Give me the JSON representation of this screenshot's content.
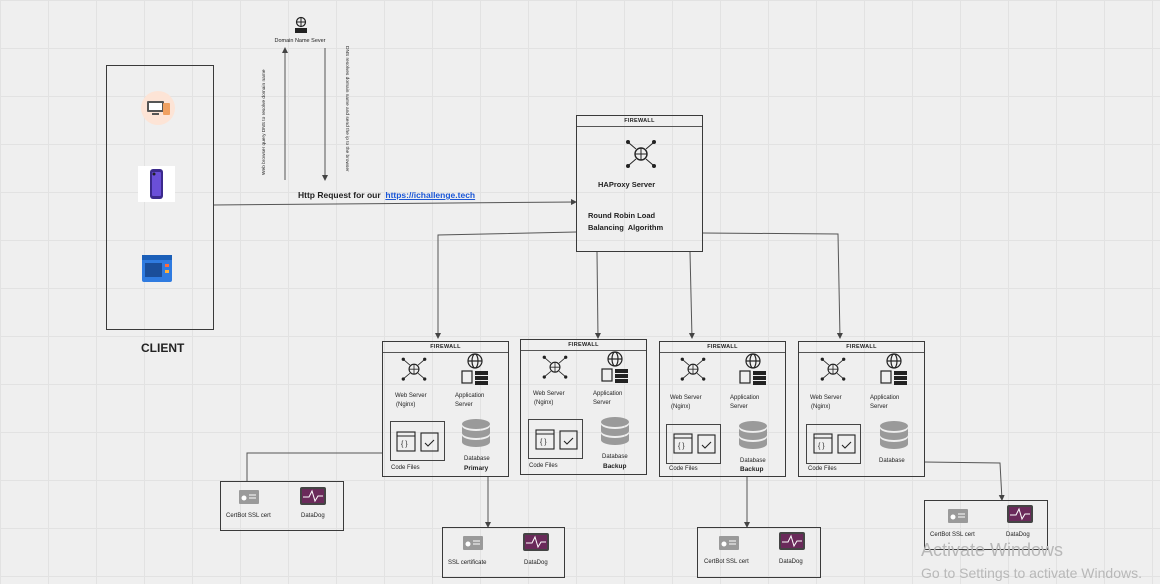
{
  "dns": {
    "label": "Domain Name Sever",
    "query_text": "Web browser query DNS to resolve domain name",
    "return_text": "DNS resolves domain name and send the ip to the browser"
  },
  "client": {
    "label": "CLIENT"
  },
  "request": {
    "prefix": "Http Request for our",
    "url": "https://ichallenge.tech"
  },
  "lb": {
    "firewall": "FIREWALL",
    "server": "HAProxy Server",
    "algo_line1": "Round Robin Load",
    "algo_line2": "Balancing  Algorithm"
  },
  "servers": [
    {
      "firewall": "FIREWALL",
      "web": "Web Server",
      "web_sub": "(Nginx)",
      "app": "Application",
      "app_sub": "Server",
      "code": "Code Files",
      "db": "Database",
      "db_role": "Primary"
    },
    {
      "firewall": "FIREWALL",
      "web": "Web Server",
      "web_sub": "(Nginx)",
      "app": "Application",
      "app_sub": "Server",
      "code": "Code Files",
      "db": "Database",
      "db_role": "Backup"
    },
    {
      "firewall": "FIREWALL",
      "web": "Web Server",
      "web_sub": "(Nginx)",
      "app": "Application",
      "app_sub": "Server",
      "code": "Code Files",
      "db": "Database",
      "db_role": "Backup"
    },
    {
      "firewall": "FIREWALL",
      "web": "Web Server",
      "web_sub": "(Nginx)",
      "app": "Application",
      "app_sub": "Server",
      "code": "Code Files",
      "db": "Database",
      "db_role": ""
    }
  ],
  "monitors": [
    {
      "cert": "CertBot SSL cert",
      "dog": "DataDog"
    },
    {
      "cert": "SSL certificate",
      "dog": "DataDog"
    },
    {
      "cert": "CertBot SSL cert",
      "dog": "DataDog"
    },
    {
      "cert": "CertBot SSL cert",
      "dog": "DataDog"
    }
  ],
  "watermark": {
    "line1": "Activate Windows",
    "line2": "Go to Settings to activate Windows."
  }
}
